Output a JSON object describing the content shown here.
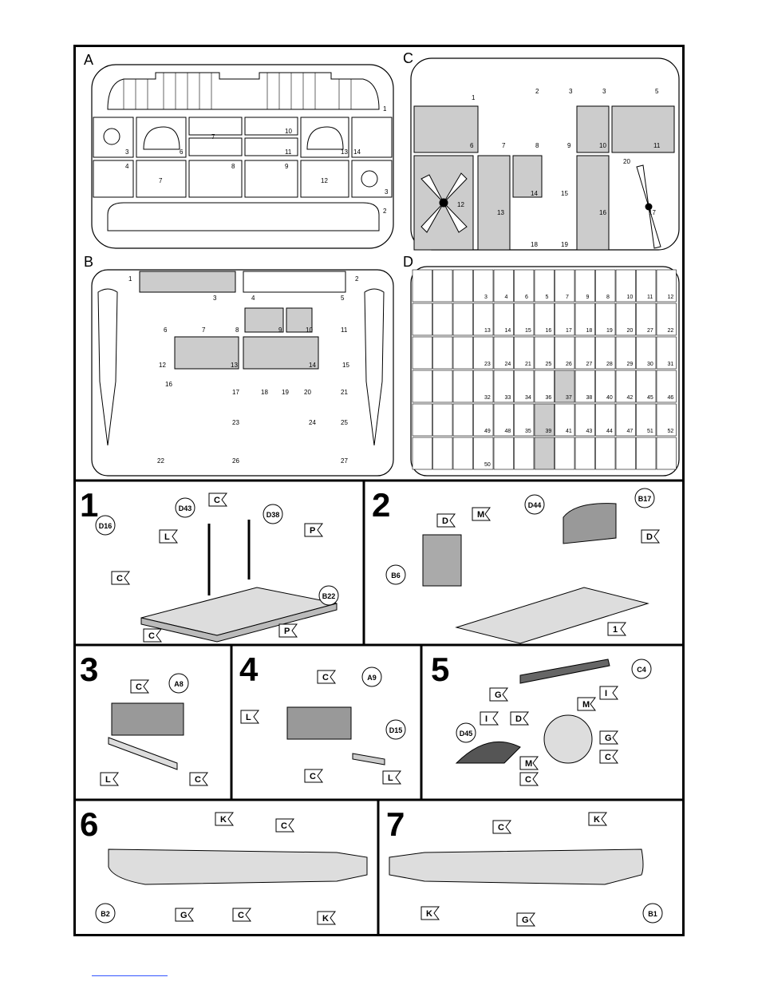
{
  "sprues": {
    "A": {
      "label": "A",
      "parts": [
        "1",
        "3",
        "6",
        "7",
        "10",
        "11",
        "13",
        "14",
        "4",
        "7",
        "8",
        "9",
        "12",
        "3",
        "2"
      ]
    },
    "B": {
      "label": "B",
      "parts": [
        "1",
        "2",
        "3",
        "4",
        "5",
        "6",
        "7",
        "8",
        "9",
        "10",
        "11",
        "12",
        "13",
        "14",
        "15",
        "16",
        "17",
        "18",
        "19",
        "20",
        "21",
        "22",
        "23",
        "24",
        "25",
        "26",
        "27"
      ]
    },
    "C": {
      "label": "C",
      "parts": [
        "1",
        "2",
        "3",
        "3",
        "5",
        "6",
        "7",
        "8",
        "9",
        "10",
        "11",
        "12",
        "13",
        "14",
        "15",
        "16",
        "17",
        "18",
        "19",
        "20"
      ]
    },
    "D": {
      "label": "D",
      "parts": [
        "3",
        "4",
        "6",
        "5",
        "7",
        "9",
        "8",
        "10",
        "11",
        "12",
        "13",
        "14",
        "15",
        "16",
        "17",
        "18",
        "19",
        "20",
        "27",
        "22",
        "23",
        "24",
        "21",
        "25",
        "26",
        "27",
        "28",
        "29",
        "30",
        "31",
        "32",
        "33",
        "34",
        "36",
        "37",
        "38",
        "40",
        "42",
        "45",
        "46",
        "49",
        "48",
        "35",
        "39",
        "41",
        "43",
        "44",
        "47",
        "51",
        "52",
        "50"
      ]
    }
  },
  "steps": [
    {
      "num": "1",
      "callouts": [
        "D43",
        "C",
        "D38",
        "D16",
        "L",
        "C",
        "P",
        "B22",
        "C",
        "P"
      ]
    },
    {
      "num": "2",
      "callouts": [
        "D44",
        "M",
        "B17",
        "D",
        "D",
        "B6",
        "1"
      ]
    },
    {
      "num": "3",
      "callouts": [
        "C",
        "A8",
        "L",
        "C"
      ]
    },
    {
      "num": "4",
      "callouts": [
        "C",
        "A9",
        "L",
        "D15",
        "C",
        "L"
      ]
    },
    {
      "num": "5",
      "callouts": [
        "C4",
        "G",
        "I",
        "M",
        "D",
        "D45",
        "I",
        "G",
        "M",
        "C",
        "C"
      ]
    },
    {
      "num": "6",
      "callouts": [
        "K",
        "C",
        "B2",
        "G",
        "C",
        "K"
      ]
    },
    {
      "num": "7",
      "callouts": [
        "C",
        "K",
        "K",
        "B1",
        "G"
      ]
    }
  ]
}
